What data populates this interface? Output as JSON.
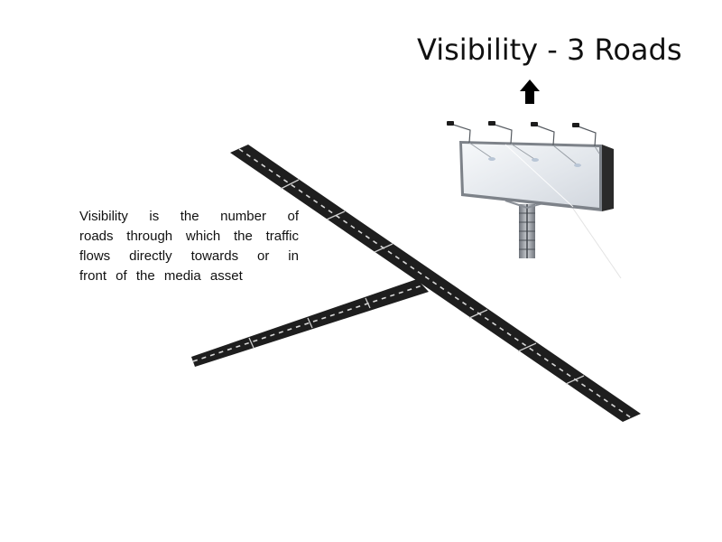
{
  "title": "Visibility - 3 Roads",
  "description": {
    "lines": [
      "Visibility is the number of",
      "roads through which the traffic",
      "flows directly towards or in",
      "front of the media asset"
    ]
  },
  "colors": {
    "road": "#1e1e1e",
    "road_dash": "#d8d8d8",
    "arrow": "#000000",
    "billboard_frame": "#2a2a2a",
    "billboard_face": "#e9ecef",
    "pole": "#8a8f96"
  },
  "icons": [
    "up-arrow-icon",
    "billboard-icon",
    "road-icon"
  ]
}
